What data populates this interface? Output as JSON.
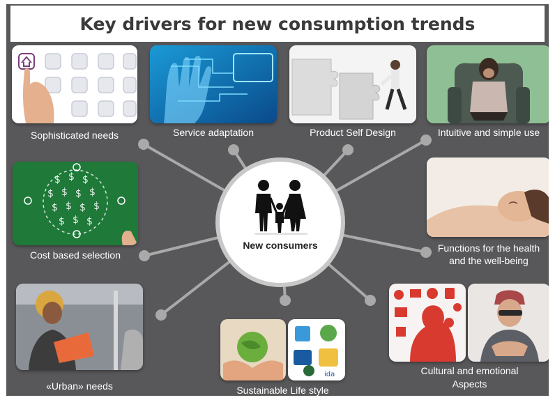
{
  "title": "Key drivers for new consumption trends",
  "center": {
    "label": "New consumers"
  },
  "drivers": {
    "sophisticated": "Sophisticated needs",
    "service": "Service adaptation",
    "self_design": "Product Self Design",
    "intuitive": "Intuitive and simple use",
    "cost": "Cost based selection",
    "health_1": "Functions for the health",
    "health_2": "and the well-being",
    "urban": "«Urban» needs",
    "sustainable": "Sustainable Life style",
    "cultural_1": "Cultural and emotional",
    "cultural_2": "Aspects"
  },
  "colors": {
    "background": "#58585a",
    "connector": "#a9a9a9",
    "title_text": "#3a3a3a"
  }
}
